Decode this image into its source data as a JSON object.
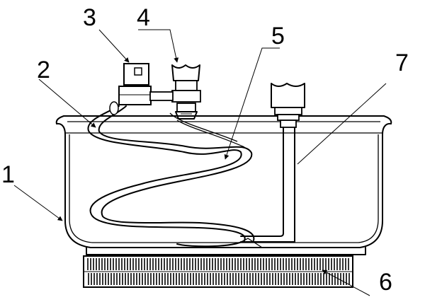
{
  "figure": {
    "labels": [
      "1",
      "2",
      "3",
      "4",
      "5",
      "6",
      "7"
    ]
  }
}
